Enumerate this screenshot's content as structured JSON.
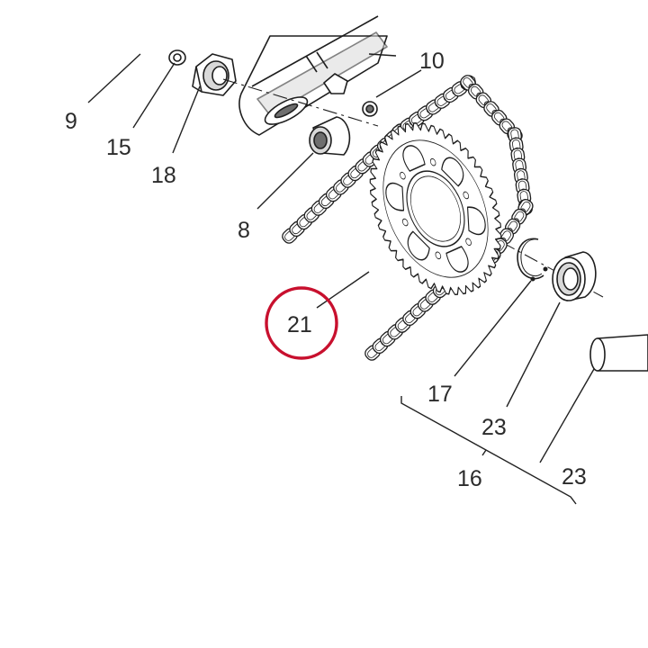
{
  "callouts": [
    {
      "id": "9",
      "label": "9"
    },
    {
      "id": "15",
      "label": "15"
    },
    {
      "id": "18",
      "label": "18"
    },
    {
      "id": "10",
      "label": "10"
    },
    {
      "id": "8",
      "label": "8"
    },
    {
      "id": "21",
      "label": "21"
    },
    {
      "id": "17",
      "label": "17"
    },
    {
      "id": "23a",
      "label": "23"
    },
    {
      "id": "16",
      "label": "16"
    },
    {
      "id": "23b",
      "label": "23"
    }
  ],
  "highlight": {
    "target": "21",
    "color": "#c8102e"
  },
  "colors": {
    "ink": "#1e1e1e",
    "text": "#2b2b2b",
    "background": "#ffffff"
  }
}
